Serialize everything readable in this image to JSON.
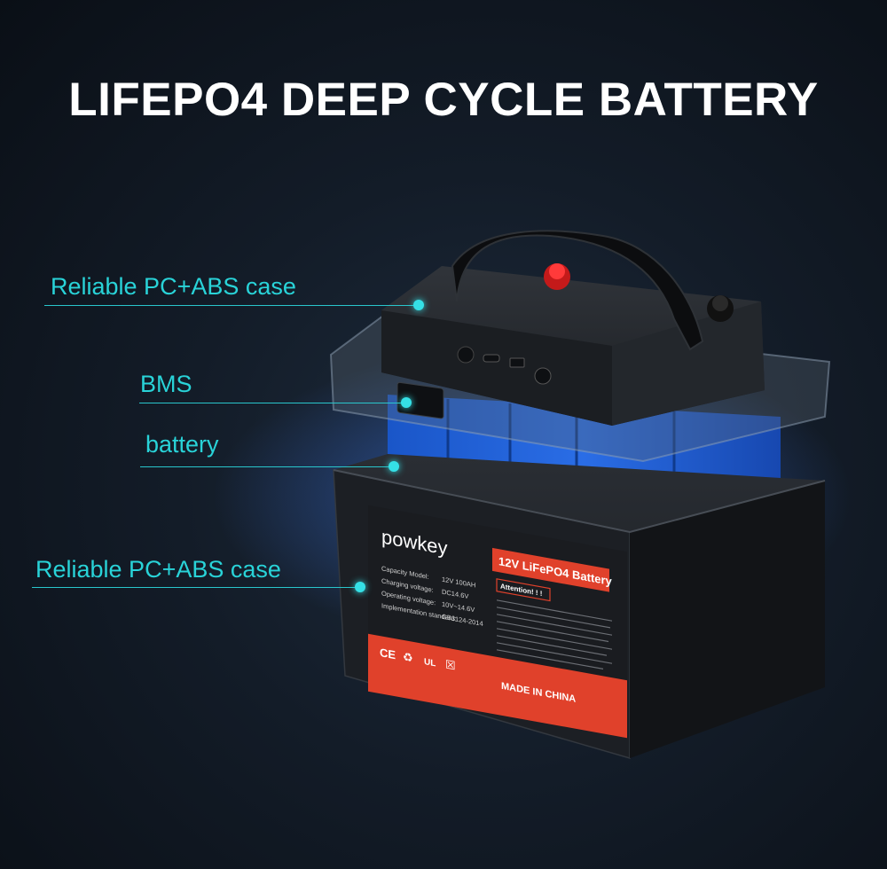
{
  "title": "LIFEPO4 DEEP CYCLE BATTERY",
  "callouts": [
    {
      "label": "Reliable PC+ABS case"
    },
    {
      "label": "BMS"
    },
    {
      "label": "battery"
    },
    {
      "label": "Reliable PC+ABS case"
    }
  ],
  "label_panel": {
    "brand": "powkey",
    "banner": "12V LiFePO4 Battery",
    "specs": [
      {
        "name": "Capacity Model:",
        "value": "12V 100AH"
      },
      {
        "name": "Charging voltage:",
        "value": "DC14.6V"
      },
      {
        "name": "Operating voltage:",
        "value": "10V~14.6V"
      },
      {
        "name": "Implementation standard:",
        "value": "GB3124-2014"
      }
    ],
    "attention": "Attention! ! !",
    "cert_marks": [
      "CE",
      "♻",
      "UL",
      "☒"
    ],
    "made_in": "MADE IN CHINA"
  },
  "colors": {
    "accent_cyan": "#29d3d8",
    "label_red": "#e0412b",
    "cell_blue": "#1e5fd6"
  }
}
